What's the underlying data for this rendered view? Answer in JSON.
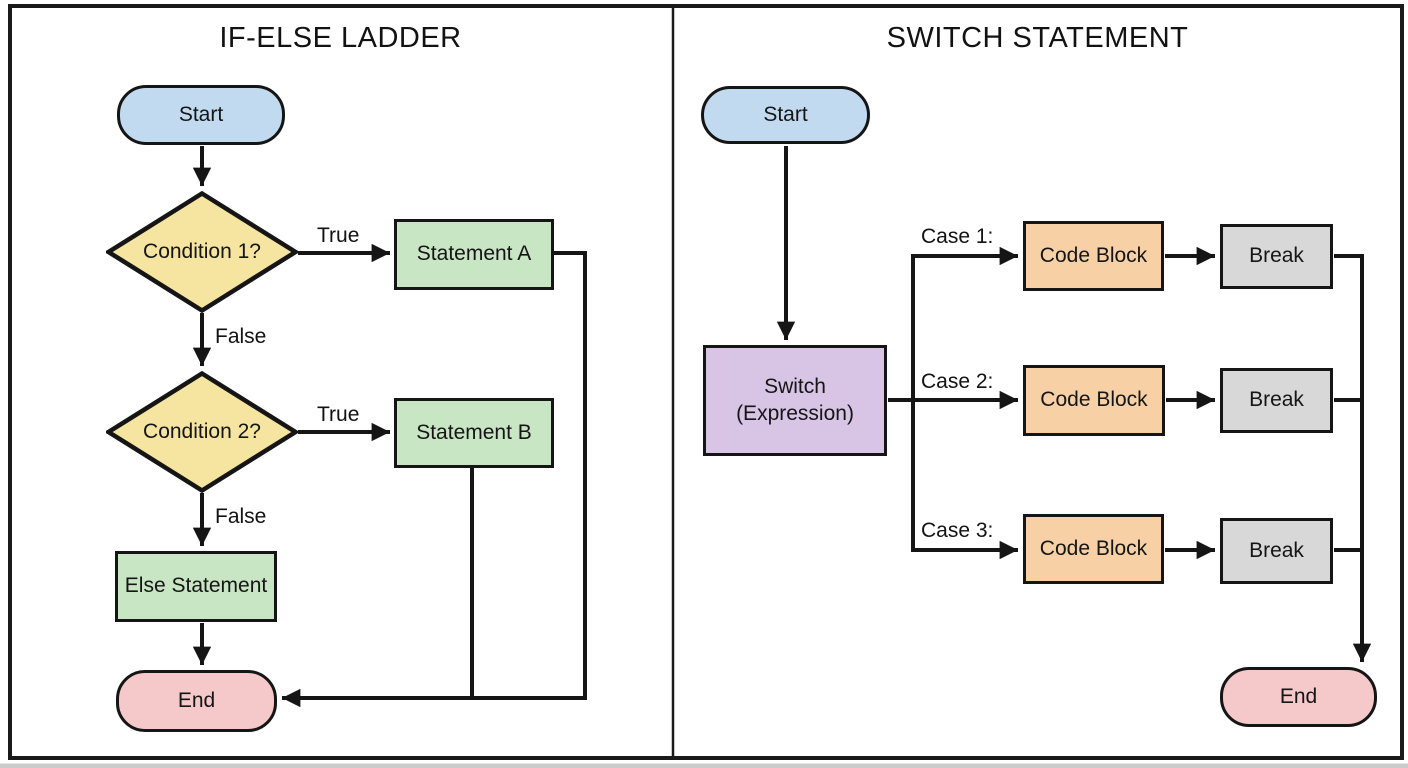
{
  "panels": {
    "left": {
      "title": "IF-ELSE LADDER",
      "nodes": {
        "start": "Start",
        "cond1": "Condition 1?",
        "stmt_a": "Statement A",
        "cond2": "Condition 2?",
        "stmt_b": "Statement B",
        "else_stmt": "Else Statement",
        "end": "End"
      },
      "labels": {
        "true1": "True",
        "false1": "False",
        "true2": "True",
        "false2": "False"
      }
    },
    "right": {
      "title": "SWITCH STATEMENT",
      "nodes": {
        "start": "Start",
        "switch": "Switch\n(Expression)",
        "code_block_1": "Code Block",
        "break_1": "Break",
        "code_block_2": "Code Block",
        "break_2": "Break",
        "code_block_3": "Code Block",
        "break_3": "Break",
        "end": "End"
      },
      "labels": {
        "case1": "Case 1:",
        "case2": "Case 2:",
        "case3": "Case 3:"
      }
    }
  },
  "colors": {
    "terminal_blue": "#c1daf0",
    "decision_yellow": "#f6e5a1",
    "process_green": "#c8e6c3",
    "terminal_pink": "#f5c8ca",
    "switch_purple": "#d8c5e5",
    "code_orange": "#f8d0a6",
    "break_gray": "#d8d8d8",
    "line_stroke": "#151515"
  }
}
